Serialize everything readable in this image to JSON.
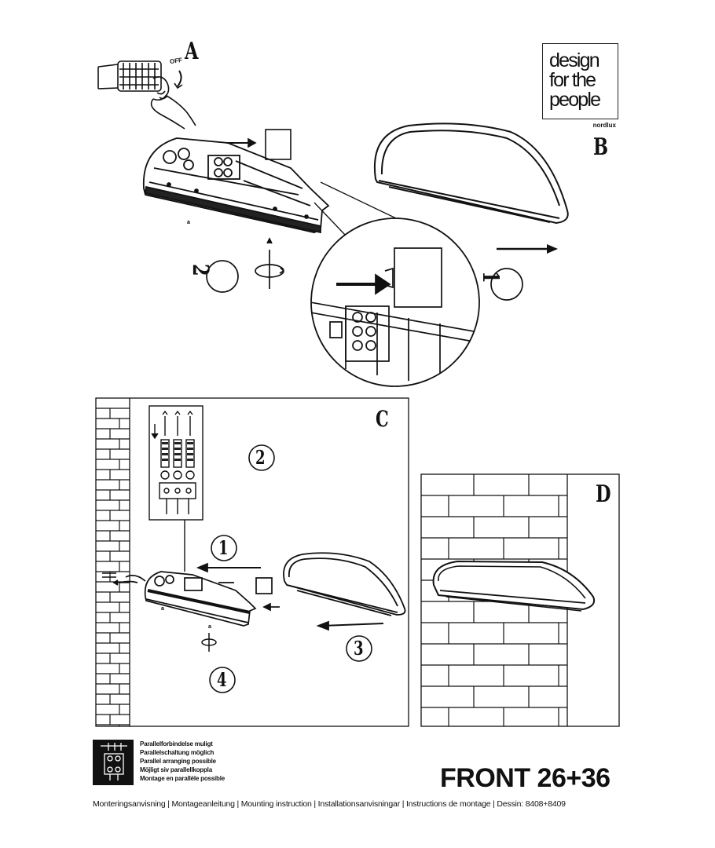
{
  "labels": {
    "a": "A",
    "b": "B",
    "c": "C",
    "d": "D",
    "off": "OFF",
    "step1": "1",
    "step2": "2",
    "c_step1": "1",
    "c_step2": "2",
    "c_step3": "3",
    "c_step4": "4"
  },
  "logo": {
    "line1": "design",
    "line2": "for the",
    "line3": "people",
    "sub": "nordlux"
  },
  "parallel": [
    "Parallelforbindelse muligt",
    "Parallelschaltung möglich",
    "Parallel arranging possible",
    "Möjligt siv parallellkoppla",
    "Montage en parallèle possible"
  ],
  "product": "FRONT 26+36",
  "footer": "Monteringsanvisning | Montageanleitung | Mounting instruction | Installationsanvisningar | Instructions de montage | Dessin: 8408+8409"
}
